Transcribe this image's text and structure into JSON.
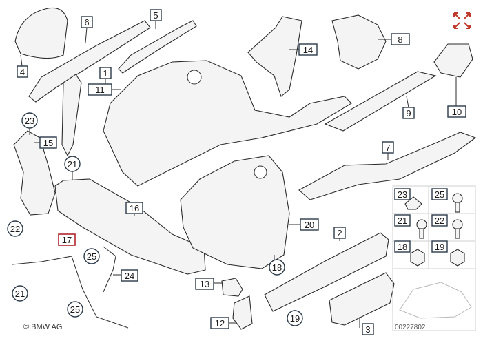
{
  "labels": {
    "l1": "1",
    "l2": "2",
    "l3": "3",
    "l4": "4",
    "l5": "5",
    "l6": "6",
    "l7": "7",
    "l8": "8",
    "l9": "9",
    "l10": "10",
    "l11": "11",
    "l12": "12",
    "l13": "13",
    "l14": "14",
    "l15": "15",
    "l16": "16",
    "l17": "17",
    "l18": "18",
    "l19": "19",
    "l20": "20",
    "l21a": "21",
    "l21b": "21",
    "l21c": "21",
    "l22a": "22",
    "l22b": "22",
    "l23a": "23",
    "l23b": "23",
    "l24": "24",
    "l25a": "25",
    "l25b": "25",
    "l25c": "25",
    "l18b": "18",
    "l19b": "19"
  },
  "copyright": "© BMW AG",
  "catalog_number": "00227802",
  "expand_icon": "expand-icon",
  "colors": {
    "label_border": "#2b3a4a",
    "highlight_border": "#b3262d",
    "expand_icon": "#c0392b"
  }
}
